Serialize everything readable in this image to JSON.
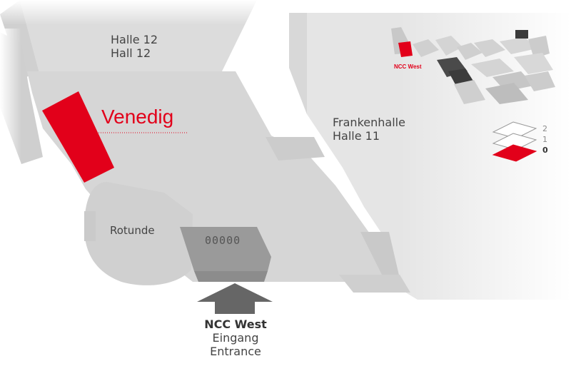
{
  "colors": {
    "highlight": "#e2001a",
    "floor": "#d6d6d6",
    "wall": "#c4c4c4",
    "text": "#444444",
    "arrow": "#666666"
  },
  "map": {
    "halls": {
      "hall12_de": "Halle 12",
      "hall12_en": "Hall 12",
      "frankenhalle": "Frankenhalle",
      "hall11": "Halle 11"
    },
    "highlighted_room": "Venedig",
    "rotunde": "Rotunde",
    "stand_code": "00000",
    "entrance": {
      "name": "NCC West",
      "de": "Eingang",
      "en": "Entrance"
    }
  },
  "overview": {
    "location_label": "NCC West"
  },
  "level_selector": {
    "levels": [
      "2",
      "1",
      "0"
    ],
    "active": "0"
  }
}
